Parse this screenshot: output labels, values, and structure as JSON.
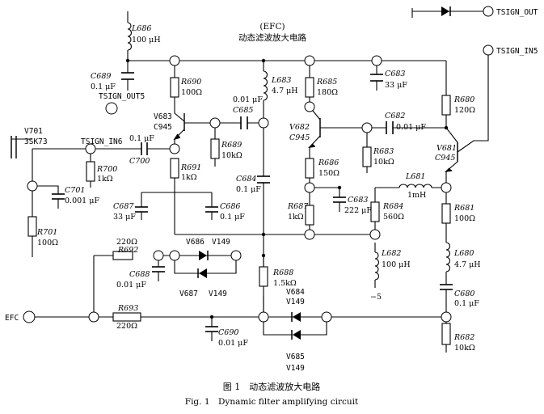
{
  "title": {
    "line1": "(EFC)",
    "line2": "动态滤波放大电路"
  },
  "caption": {
    "zh": "图 1　动态滤波放大电路",
    "en": "Fig. 1　Dynamic filter amplifying circuit"
  },
  "terminals": {
    "tsign_out": "TSIGN_OUT",
    "tsign_in5": "TSIGN_IN5",
    "tsign_out5": "TSIGN_OUT5",
    "tsign_in6": "TSIGN_IN6",
    "efc": "EFC",
    "minus5": "−5"
  },
  "components": {
    "L686": {
      "name": "L686",
      "value": "100 μH"
    },
    "C689": {
      "name": "C689",
      "value": "0.1 μF"
    },
    "R690": {
      "name": "R690",
      "value": "100Ω"
    },
    "V683": {
      "name": "V683",
      "value": "C945"
    },
    "C685": {
      "name": "C685",
      "value": "0.01 μF"
    },
    "L683": {
      "name": "L683",
      "value": "4.7 μH"
    },
    "R685": {
      "name": "R685",
      "value": "180Ω"
    },
    "C683": {
      "name": "C683",
      "value": "33 μF"
    },
    "R680": {
      "name": "R680",
      "value": "120Ω"
    },
    "R689": {
      "name": "R689",
      "value": "10kΩ"
    },
    "V682": {
      "name": "V682",
      "value": "C945"
    },
    "C682": {
      "name": "C682",
      "value": "0.01 μF"
    },
    "V701": {
      "name": "V701",
      "value": "3SK73"
    },
    "C700": {
      "name": "C700",
      "value": "0.1 μF"
    },
    "R700": {
      "name": "R700",
      "value": "1kΩ"
    },
    "R691": {
      "name": "R691",
      "value": "1kΩ"
    },
    "R686": {
      "name": "R686",
      "value": "150Ω"
    },
    "R683": {
      "name": "R683",
      "value": "10kΩ"
    },
    "V681": {
      "name": "V681",
      "value": "C945"
    },
    "C701": {
      "name": "C701",
      "value": "0.001 μF"
    },
    "C684": {
      "name": "C684",
      "value": "0.1 μF"
    },
    "L681": {
      "name": "L681",
      "value": "1mH"
    },
    "C687": {
      "name": "C687",
      "value": "33 μF"
    },
    "C686": {
      "name": "C686",
      "value": "0.1 μF"
    },
    "R687": {
      "name": "R687",
      "value": "1kΩ"
    },
    "C683b": {
      "name": "C683",
      "value": "222 μF"
    },
    "R684": {
      "name": "R684",
      "value": "560Ω"
    },
    "R681": {
      "name": "R681",
      "value": "100Ω"
    },
    "R701": {
      "name": "R701",
      "value": "100Ω"
    },
    "R692": {
      "name": "R692",
      "value": "220Ω"
    },
    "V686": {
      "name": "V686",
      "value": "V149"
    },
    "L682": {
      "name": "L682",
      "value": "100 μH"
    },
    "L680": {
      "name": "L680",
      "value": "4.7 μH"
    },
    "C688": {
      "name": "C688",
      "value": "0.01 μF"
    },
    "V687": {
      "name": "V687",
      "value": "V149"
    },
    "R688": {
      "name": "R688",
      "value": "1.5kΩ"
    },
    "V684": {
      "name": "V684",
      "value": "V149"
    },
    "C680": {
      "name": "C680",
      "value": "0.1 μF"
    },
    "R693": {
      "name": "R693",
      "value": "220Ω"
    },
    "C690": {
      "name": "C690",
      "value": "0.01 μF"
    },
    "R682": {
      "name": "R682",
      "value": "10kΩ"
    },
    "V685": {
      "name": "V685",
      "value": "V149"
    }
  }
}
